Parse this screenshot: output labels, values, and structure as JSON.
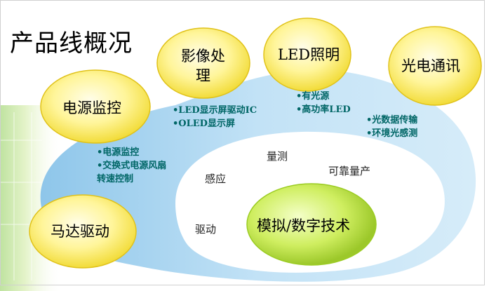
{
  "title": "产品线概况",
  "bubbles": [
    {
      "id": "power-monitor",
      "label": "电源监控"
    },
    {
      "id": "image-processing",
      "label_line1": "影像处",
      "label_line2": "理"
    },
    {
      "id": "led-lighting",
      "label": "LED照明"
    },
    {
      "id": "optical-comm",
      "label": "光电通讯"
    },
    {
      "id": "motor-drive",
      "label": "马达驱动"
    }
  ],
  "bullets": {
    "image_processing": [
      "•LED显示屏驱动IC",
      "•OLED显示屏"
    ],
    "led_lighting": [
      "•有光源",
      "•高功率LED"
    ],
    "optical_comm": [
      "•光数据传输",
      "•环境光感测"
    ],
    "power_monitor": [
      "•电源监控",
      "•交换式电源风扇",
      "转速控制"
    ]
  },
  "keywords": {
    "measure": "量测",
    "reliability": "可靠量产",
    "sensing": "感应",
    "drive": "驱动"
  },
  "core": "模拟/数字技术",
  "colors": {
    "bubble_fill": "#fff79a",
    "bubble_edge": "#e8c800",
    "core_fill": "#c8ee55",
    "core_edge": "#9bcc22",
    "blue_region": "#bfe0f5",
    "bullet_text": "#006666"
  }
}
